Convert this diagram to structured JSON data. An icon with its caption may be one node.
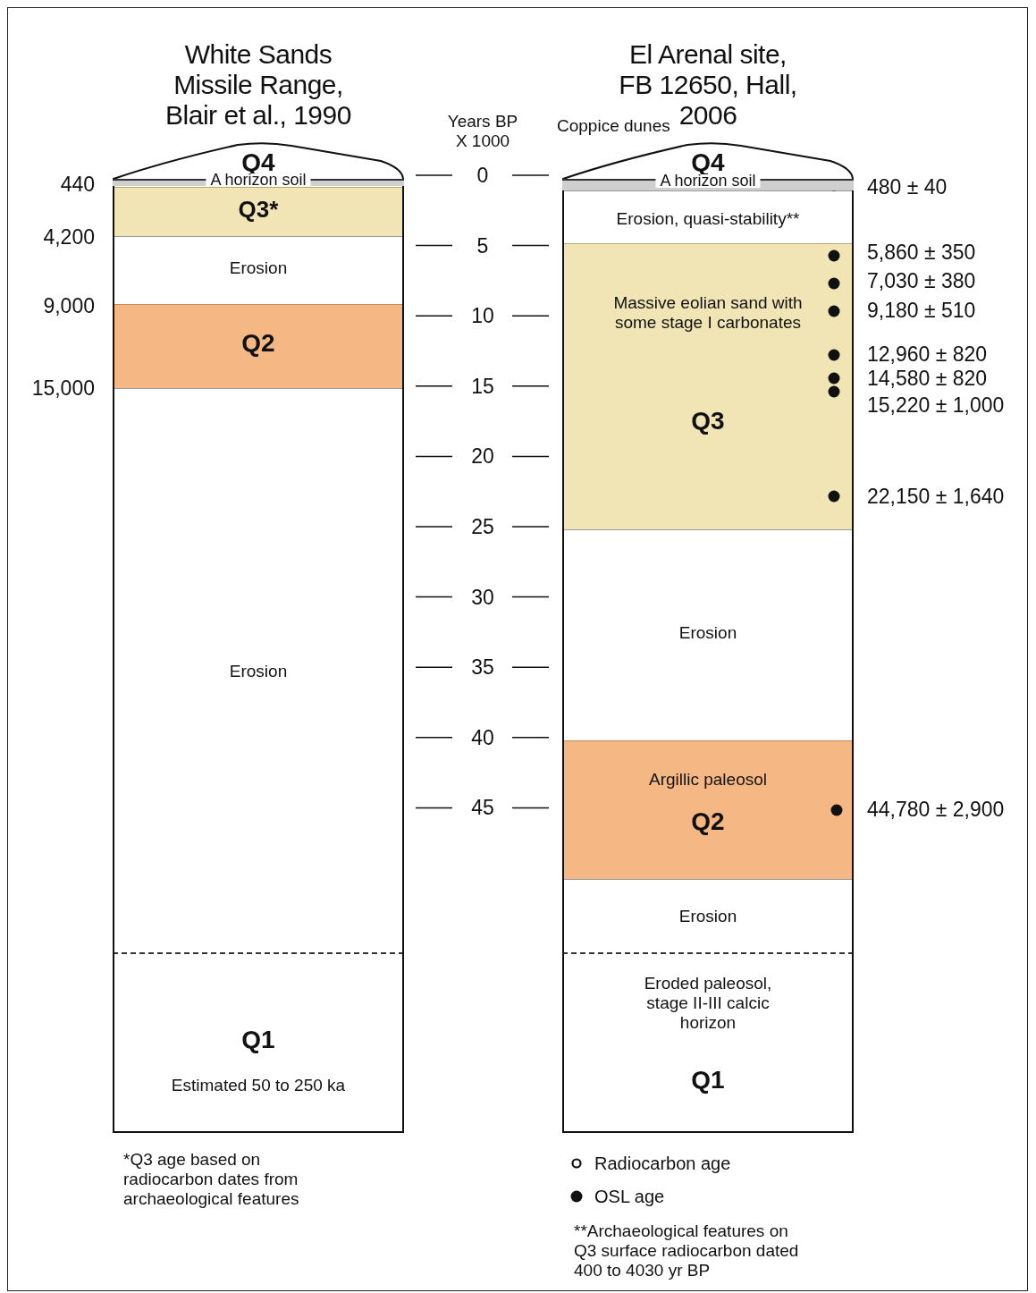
{
  "diagram": {
    "nodes": [
      {
        "text": [
          "White Sands Missile Range, Blair et al., 1990"
        ]
      },
      {
        "text": [
          "Q4"
        ],
        "in": 0
      },
      {
        "text": [
          "A horizon soil"
        ],
        "in": 0
      },
      {
        "text": [
          "Q3*"
        ],
        "in": 0
      },
      {
        "text": [
          "Erosion"
        ],
        "in": 0
      },
      {
        "text": [
          "Q2"
        ],
        "in": 0
      },
      {
        "text": [
          "Erosion"
        ],
        "in": 0
      },
      {
        "text": [
          "Q1",
          "Estimated 50 to 250 ka"
        ],
        "in": 0
      },
      {
        "text": [
          "El Arenal site, FB 12650, Hall, 2006"
        ]
      },
      {
        "text": [
          "Q4"
        ],
        "in": 8,
        "beside": [
          "Coppice dunes"
        ]
      },
      {
        "text": [
          "A horizon soil"
        ],
        "in": 8
      },
      {
        "text": [
          "Erosion, quasi-stability**"
        ],
        "in": 8
      },
      {
        "text": [
          "Massive eolian sand with some stage I carbonates",
          "Q3"
        ],
        "in": 8
      },
      {
        "text": [
          "Erosion"
        ],
        "in": 8
      },
      {
        "text": [
          "Argillic paleosol",
          "Q2"
        ],
        "in": 8
      },
      {
        "text": [
          "Erosion"
        ],
        "in": 8
      },
      {
        "text": [
          "Eroded paleosol, stage II-III calcic horizon",
          "Q1"
        ],
        "in": 8
      }
    ],
    "labels": [
      "440",
      "4,200",
      "9,000",
      "15,000",
      "Years BP X 1000",
      "0",
      "5",
      "10",
      "15",
      "20",
      "25",
      "30",
      "35",
      "40",
      "45",
      "480 ± 40",
      "5,860 ± 350",
      "7,030 ± 380",
      "9,180 ± 510",
      "12,960 ± 820",
      "14,580 ± 820",
      "15,220 ± 1,000",
      "22,150 ± 1,640",
      "44,780 ± 2,900",
      "*Q3 age based on radiocarbon dates from archaeological features",
      "**Archaeological features on Q3 surface radiocarbon dated 400 to 4030 yr BP"
    ],
    "legend": [
      {
        "text": "Radiocarbon age"
      },
      {
        "text": "OSL age"
      }
    ]
  }
}
